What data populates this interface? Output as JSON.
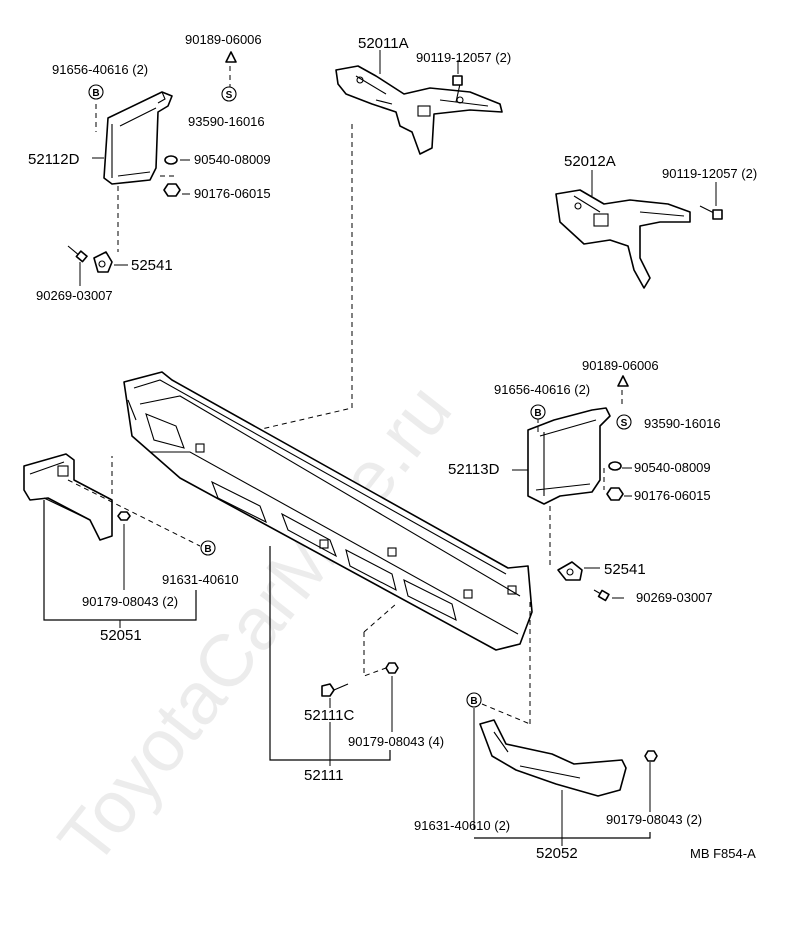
{
  "watermark": "ToyotaCarMine.ru",
  "figure_code": "MB  F854-A",
  "labels": {
    "p90189_tl": "90189-06006",
    "p91656_tl": "91656-40616 (2)",
    "p93590_tl": "93590-16016",
    "p52112D": "52112D",
    "p90540_tl": "90540-08009",
    "p90176_tl": "90176-06015",
    "p52541_tl": "52541",
    "p90269_tl": "90269-03007",
    "p52011A": "52011A",
    "p90119_top": "90119-12057 (2)",
    "p52012A": "52012A",
    "p90119_right": "90119-12057 (2)",
    "p90189_r": "90189-06006",
    "p91656_r": "91656-40616 (2)",
    "p93590_r": "93590-16016",
    "p52113D": "52113D",
    "p90540_r": "90540-08009",
    "p90176_r": "90176-06015",
    "p52541_r": "52541",
    "p90269_r": "90269-03007",
    "p91631_l": "91631-40610",
    "p90179_l": "90179-08043 (2)",
    "p52051": "52051",
    "p52111C": "52111C",
    "p90179_mid": "90179-08043 (4)",
    "p52111": "52111",
    "p91631_b": "91631-40610 (2)",
    "p90179_b": "90179-08043 (2)",
    "p52052": "52052"
  },
  "symbols": {
    "B": "B",
    "S": "S"
  }
}
